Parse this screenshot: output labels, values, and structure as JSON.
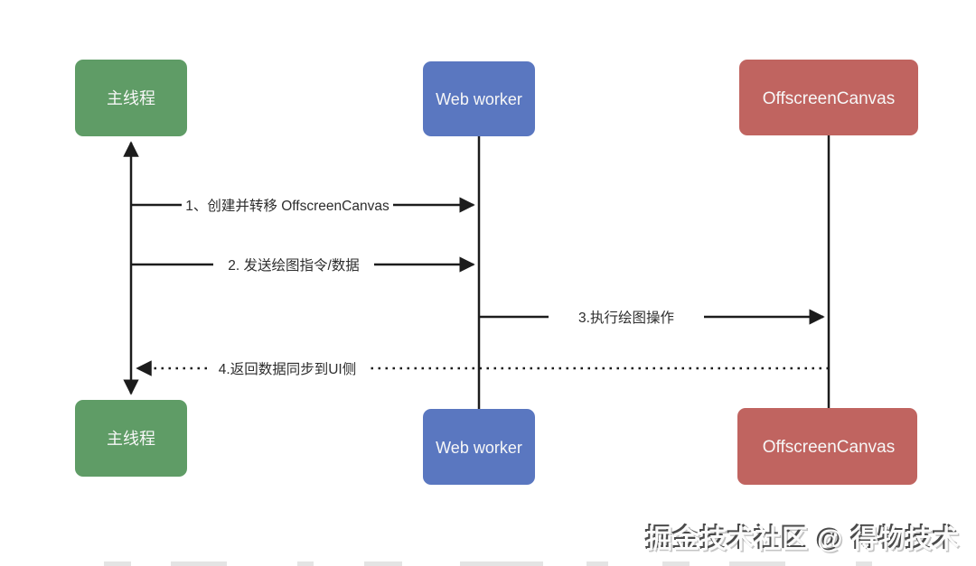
{
  "diagram": {
    "title_hint": "OffscreenCanvas sequence diagram",
    "watermark": "掘金技术社区 @ 得物技术",
    "actors": [
      {
        "id": "main-thread",
        "label": "主线程",
        "color": "#5f9c66"
      },
      {
        "id": "web-worker",
        "label": "Web worker",
        "color": "#5a77c0"
      },
      {
        "id": "offscreen-canvas",
        "label": "OffscreenCanvas",
        "color": "#c06460"
      }
    ],
    "messages": [
      {
        "n": "1",
        "label": "1、创建并转移 OffscreenCanvas",
        "from": "主线程",
        "to": "Web worker",
        "style": "solid"
      },
      {
        "n": "2",
        "label": "2. 发送绘图指令/数据",
        "from": "主线程",
        "to": "Web worker",
        "style": "solid"
      },
      {
        "n": "3",
        "label": "3.执行绘图操作",
        "from": "Web worker",
        "to": "OffscreenCanvas",
        "style": "solid"
      },
      {
        "n": "4",
        "label": "4.返回数据同步到UI侧",
        "from": "OffscreenCanvas",
        "to": "主线程",
        "style": "dotted"
      }
    ],
    "colors": {
      "green": "#5f9c66",
      "blue": "#5a77c0",
      "red": "#c06460",
      "line": "#1c1c1c",
      "label_text": "#2d2d2d",
      "box_text": "#f7f7f7",
      "background": "#ffffff"
    }
  }
}
